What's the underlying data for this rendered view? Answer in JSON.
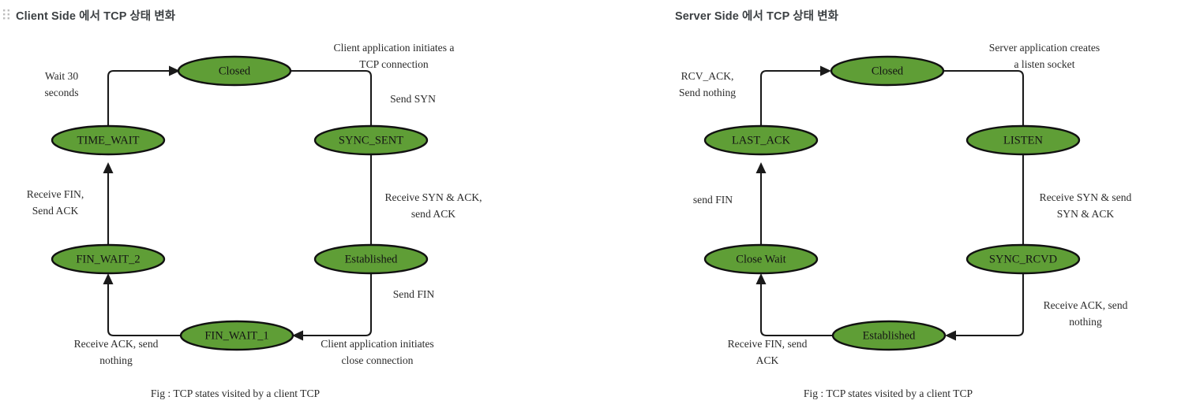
{
  "panels": [
    {
      "id": "client",
      "header": {
        "drag_handle_icon": "drag-handle-dots-icon",
        "title": "Client Side 에서 TCP 상태 변화"
      },
      "caption": "Fig : TCP states visited by a client TCP",
      "nodes": {
        "closed": "Closed",
        "sync_sent": "SYNC_SENT",
        "established": "Established",
        "fin_wait_1": "FIN_WAIT_1",
        "fin_wait_2": "FIN_WAIT_2",
        "time_wait": "TIME_WAIT"
      },
      "edges": {
        "closed_to_sync_sent_top": "Client application initiates a",
        "closed_to_sync_sent_top2": "TCP connection",
        "closed_to_sync_sent_mid": "Send SYN",
        "sync_sent_to_established1": "Receive SYN & ACK,",
        "sync_sent_to_established2": "send ACK",
        "established_to_fin_wait_1_a": "Send FIN",
        "established_to_fin_wait_1_b1": "Client application initiates",
        "established_to_fin_wait_1_b2": "close connection",
        "fin_wait_1_to_fin_wait_2a": "Receive ACK, send",
        "fin_wait_1_to_fin_wait_2b": "nothing",
        "fin_wait_2_to_time_wait1": "Receive FIN,",
        "fin_wait_2_to_time_wait2": "Send ACK",
        "time_wait_to_closed1": "Wait 30",
        "time_wait_to_closed2": "seconds"
      }
    },
    {
      "id": "server",
      "header": {
        "drag_handle_icon": "drag-handle-dots-icon",
        "title": "Server Side 에서 TCP 상태 변화"
      },
      "caption": "Fig : TCP states visited by a client TCP",
      "nodes": {
        "closed": "Closed",
        "listen": "LISTEN",
        "sync_rcvd": "SYNC_RCVD",
        "established": "Established",
        "close_wait": "Close Wait",
        "last_ack": "LAST_ACK"
      },
      "edges": {
        "closed_to_listen_top1": "Server application creates",
        "closed_to_listen_top2": "a listen socket",
        "listen_to_sync_rcvd1": "Receive SYN & send",
        "listen_to_sync_rcvd2": "SYN & ACK",
        "sync_rcvd_to_established1": "Receive ACK, send",
        "sync_rcvd_to_established2": "nothing",
        "established_to_close_wait1": "Receive FIN, send",
        "established_to_close_wait2": "ACK",
        "close_wait_to_last_ack": "send FIN",
        "last_ack_to_closed1": "RCV_ACK,",
        "last_ack_to_closed2": "Send nothing"
      }
    }
  ],
  "colors": {
    "node_fill": "#5f9e36",
    "node_stroke": "#111111",
    "edge_stroke": "#1a1a1a",
    "title_text": "#3c4043",
    "background": "#ffffff"
  }
}
